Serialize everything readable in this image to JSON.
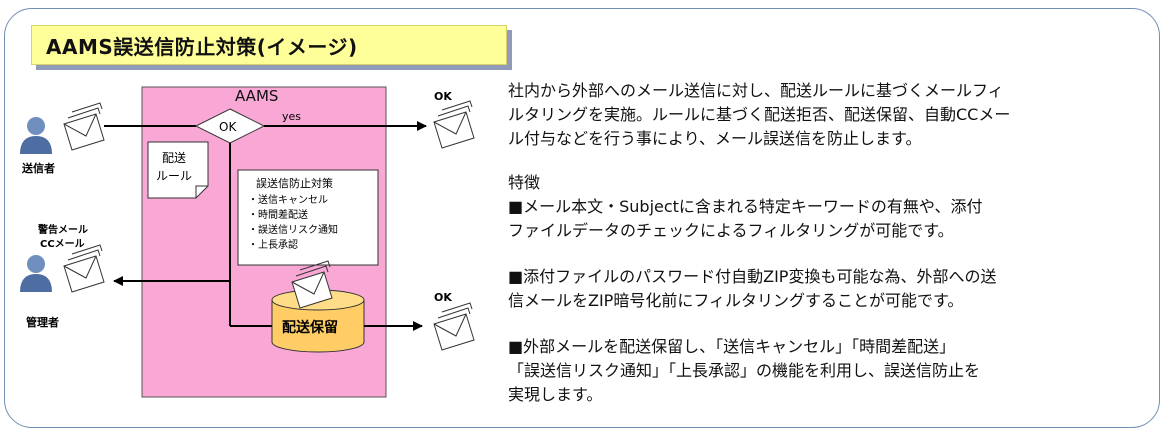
{
  "title": "AAMS誤送信防止対策(イメージ)",
  "diagram": {
    "system_label": "AAMS",
    "decision_label": "OK",
    "yes_label": "yes",
    "ok_top": "OK",
    "ok_bottom": "OK",
    "sender_label": "送信者",
    "admin_label": "管理者",
    "alert_label_1": "警告メール",
    "alert_label_2": "CCメール",
    "rule_note_1": "配送",
    "rule_note_2": "ルール",
    "measures": [
      "誤送信防止対策",
      "・送信キャンセル",
      "・時間差配送",
      "・誤送信リスク通知",
      "・上長承認"
    ],
    "hold_label": "配送保留"
  },
  "description": [
    "社内から外部へのメール送信に対し、配送ルールに基づくメールフィ",
    "ルタリングを実施。ルールに基づく配送拒否、配送保留、自動CCメー",
    "ル付与などを行う事により、メール誤送信を防止します。"
  ],
  "features": {
    "heading": "特徴",
    "item1": [
      "■メール本文・Subjectに含まれる特定キーワードの有無や、添付",
      "ファイルデータのチェックによるフィルタリングが可能です。"
    ],
    "item2": [
      "■添付ファイルのパスワード付自動ZIP変換も可能な為、外部への送",
      "信メールをZIP暗号化前にフィルタリングすることが可能です。"
    ],
    "item3": [
      "■外部メールを配送保留し、「送信キャンセル」「時間差配送」",
      "「誤送信リスク通知」「上長承認」の機能を利用し、誤送信防止を",
      "実現します。"
    ]
  },
  "colors": {
    "system_fill": "#f9a7d5",
    "title_fill": "#ffff99",
    "hold_fill": "#ffcc66",
    "frame_border": "#6f8fb5"
  }
}
